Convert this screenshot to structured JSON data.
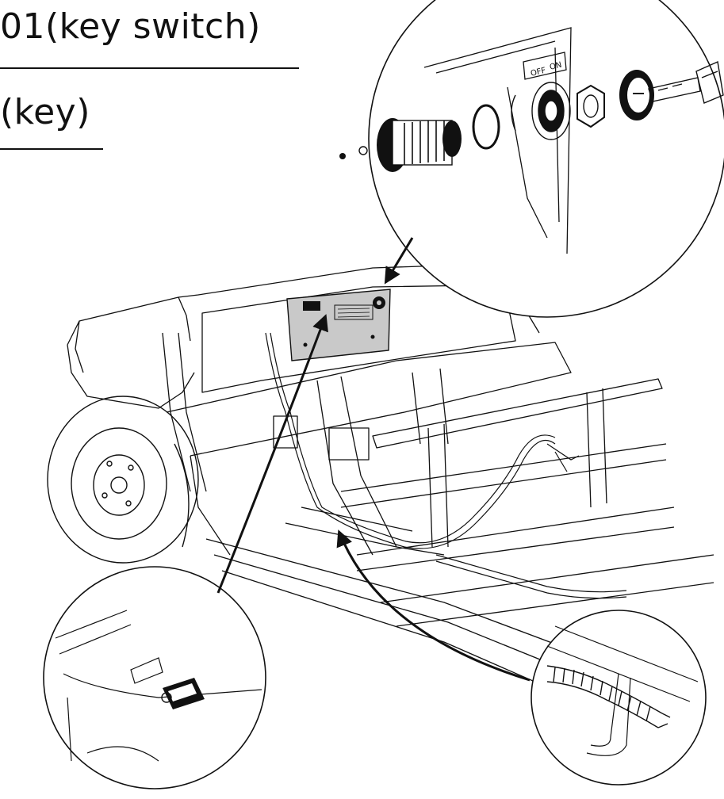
{
  "captions": {
    "part_1": "01(key switch)",
    "part_2": "(key)"
  },
  "switch_plate": {
    "off_label": "OFF",
    "on_label": "ON"
  },
  "colors": {
    "ink": "#111111",
    "background": "#ffffff",
    "panel_fill": "#c9c9c9"
  }
}
